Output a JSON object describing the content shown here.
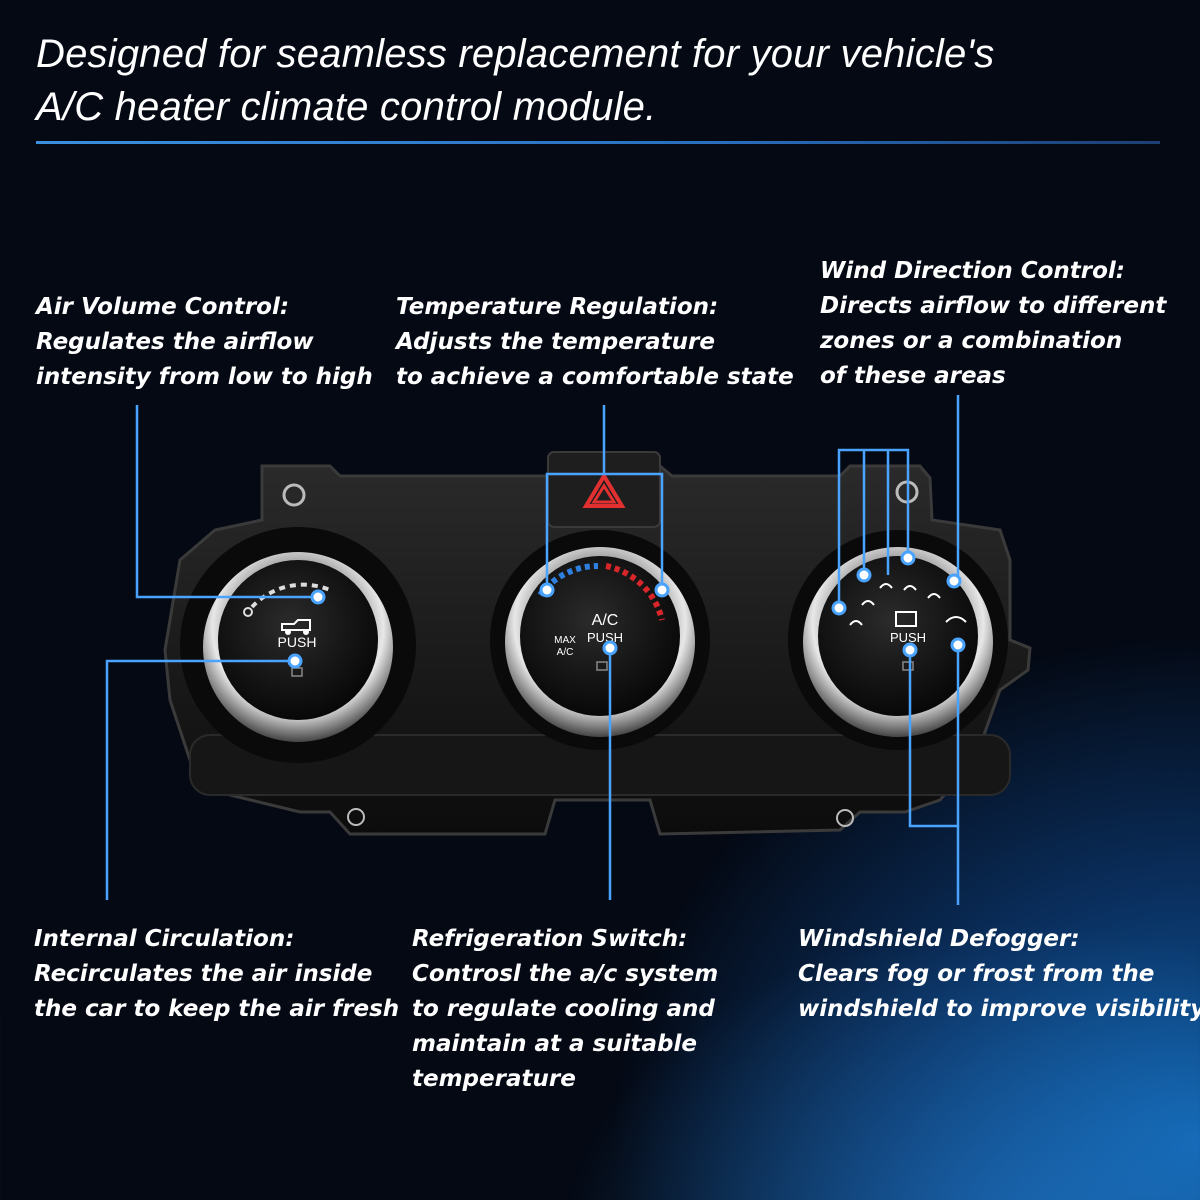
{
  "headline": {
    "line1": "Designed for seamless replacement for your vehicle's",
    "line2": "A/C heater climate control module."
  },
  "callouts": {
    "air_volume": {
      "title": "Air Volume Control:",
      "lines": [
        "Regulates the airflow",
        "intensity from low to high"
      ]
    },
    "temperature": {
      "title": "Temperature Regulation:",
      "lines": [
        "Adjusts the temperature",
        "to achieve a comfortable state"
      ]
    },
    "wind_direction": {
      "title": "Wind Direction Control:",
      "lines": [
        "Directs airflow to different",
        "zones or a combination",
        "of these areas"
      ]
    },
    "internal_circulation": {
      "title": "Internal Circulation:",
      "lines": [
        "Recirculates the air inside",
        "the car to keep the air fresh"
      ]
    },
    "refrigeration": {
      "title": "Refrigeration Switch:",
      "lines": [
        "Controsl the a/c system",
        "to regulate cooling and",
        "maintain at a suitable",
        "temperature"
      ]
    },
    "defogger": {
      "title": "Windshield Defogger:",
      "lines": [
        "Clears fog or frost from the",
        "windshield to improve visibility"
      ]
    }
  },
  "knobs": {
    "left_push": "PUSH",
    "center_ac": "A/C",
    "center_push": "PUSH",
    "center_max": "MAX",
    "center_max_ac": "A/C",
    "right_push": "PUSH"
  },
  "colors": {
    "accent_blue": "#3a8fe0",
    "marker": "#6db8ff",
    "cold": "#2f7fe0",
    "hot": "#d8262a"
  }
}
